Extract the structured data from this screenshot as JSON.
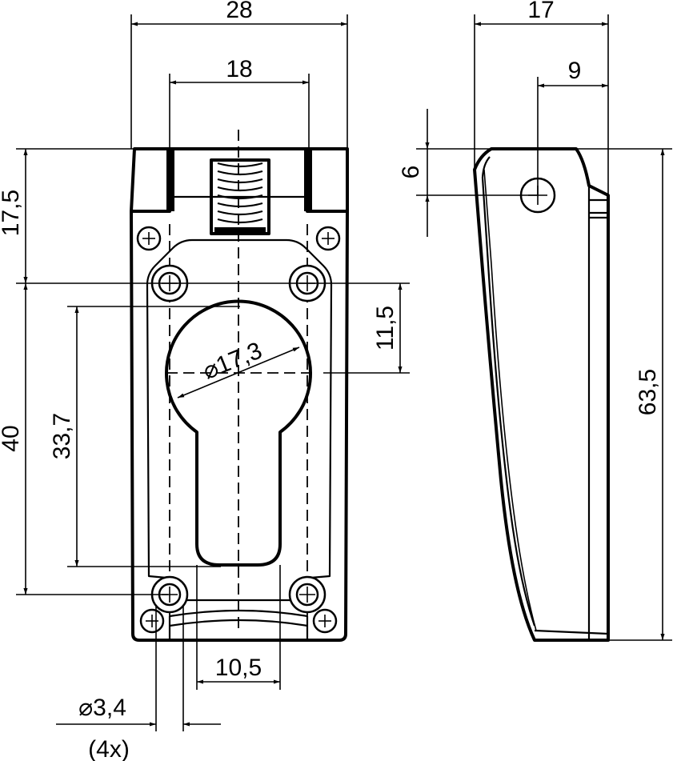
{
  "dimensions": {
    "front_width": "28",
    "front_inner_width": "18",
    "front_top_height": "17,5",
    "front_hole_spacing": "40",
    "cylinder_height": "33,7",
    "cylinder_offset": "11,5",
    "cylinder_diameter": "⌀17,3",
    "slot_width": "10,5",
    "hole_diameter": "⌀3,4",
    "hole_count": "(4x)",
    "side_depth": "17",
    "side_pin_offset": "9",
    "side_pin_height": "6",
    "side_total_height": "63,5"
  }
}
